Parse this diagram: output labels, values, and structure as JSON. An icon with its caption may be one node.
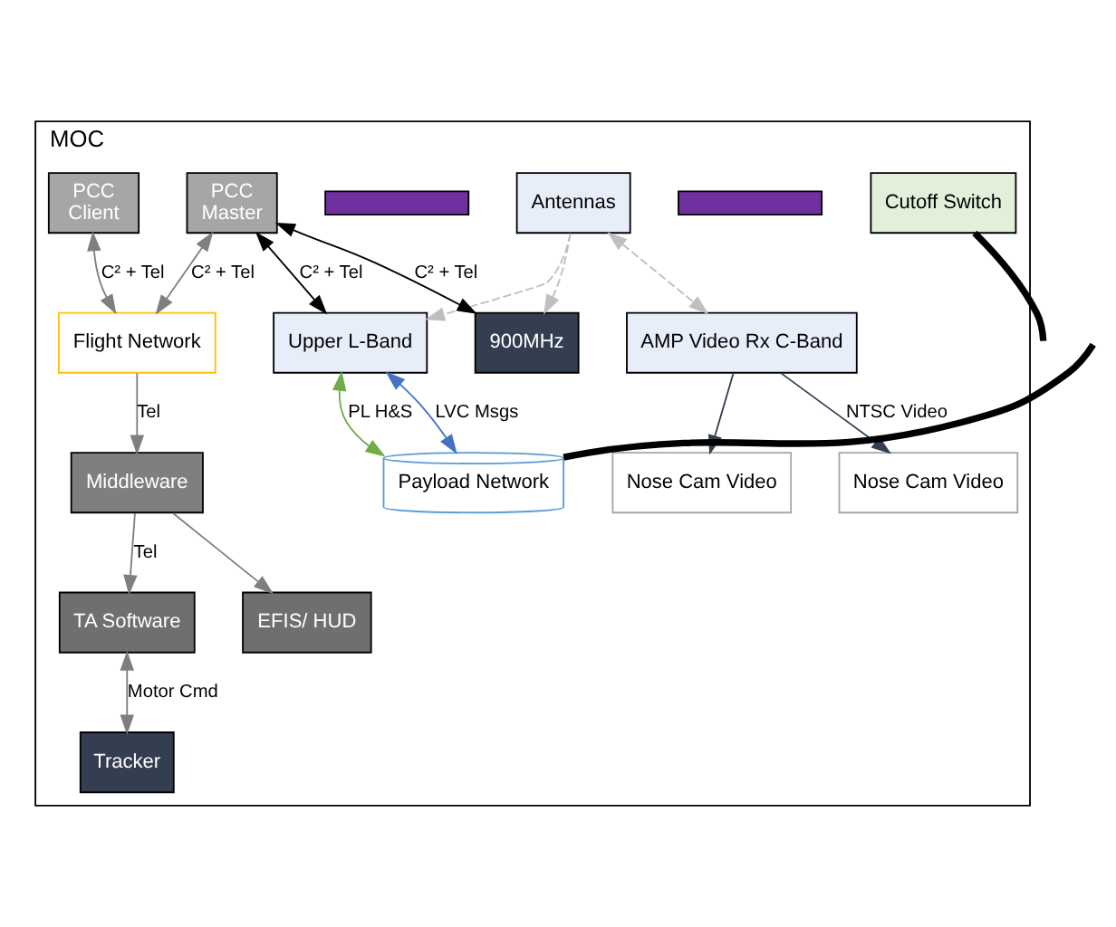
{
  "diagram": {
    "nodes": [
      {
        "text": [
          "MOC"
        ]
      },
      {
        "text": [
          "Antennas"
        ],
        "in": 0
      },
      {
        "text": [
          "Tracker"
        ],
        "in": 0
      },
      {
        "text": [
          "Nose Cam Video"
        ],
        "in": 0
      },
      {
        "text": [
          "Nose Cam Video"
        ],
        "in": 0
      },
      {
        "text": [
          "AMP Video Rx C-Band"
        ],
        "in": 0
      },
      {
        "text": [
          "TA Software"
        ],
        "in": 0
      },
      {
        "text": [
          "EFIS/ HUD"
        ],
        "in": 0
      },
      {
        "text": [],
        "shape": "box",
        "in": 0
      },
      {
        "text": [
          "PCC",
          "Client"
        ],
        "in": 0
      },
      {
        "text": [],
        "shape": "box",
        "in": 0
      },
      {
        "text": [
          "PCC",
          "Master"
        ],
        "in": 0
      },
      {
        "text": [
          "Upper L-Band"
        ],
        "in": 0
      },
      {
        "text": [
          "900MHz"
        ],
        "in": 0
      },
      {
        "text": [
          "Middleware"
        ],
        "in": 0
      },
      {
        "text": [
          "Cutoff Switch"
        ],
        "in": 0
      },
      {
        "text": [
          "Flight Network"
        ],
        "in": 0
      },
      {
        "text": [
          "Payload Network"
        ],
        "in": 0
      }
    ],
    "edges": [
      {
        "from": 6,
        "to": 2,
        "arrow": "both",
        "label": "Motor Cmd"
      },
      {
        "from": 5,
        "to": 3,
        "arrow": "to",
        "label": "NTSC Video",
        "color": "#333f50"
      },
      {
        "from": 5,
        "to": 4,
        "arrow": "to",
        "color": "#333f50"
      },
      {
        "from": 14,
        "to": 6,
        "arrow": "to",
        "label": "Tel"
      },
      {
        "from": 14,
        "to": 7,
        "arrow": "to"
      },
      {
        "from": 16,
        "to": 14,
        "arrow": "to",
        "label": "Tel"
      },
      {
        "from": 9,
        "to": 16,
        "arrow": "both",
        "label": "C² + Tel"
      },
      {
        "from": 11,
        "to": 16,
        "arrow": "both",
        "label": "C² + Tel"
      },
      {
        "from": 11,
        "to": 12,
        "arrow": "both",
        "label": "C² + Tel",
        "color": "#000000"
      },
      {
        "from": 11,
        "to": 13,
        "arrow": "both",
        "label": "C² + Tel",
        "color": "#000000"
      },
      {
        "from": 12,
        "to": 17,
        "arrow": "both",
        "label": "PL H&S",
        "color": "#70ad47"
      },
      {
        "from": 12,
        "to": 17,
        "arrow": "both",
        "label": "LVC Msgs",
        "color": "#4472c4"
      },
      {
        "from": 1,
        "to": 5,
        "arrow": "both",
        "style": "dashed",
        "color": "#bfbfbf"
      },
      {
        "from": 1,
        "to": 12,
        "arrow": "to",
        "style": "dashed",
        "color": "#bfbfbf"
      },
      {
        "from": 1,
        "to": 13,
        "arrow": "to",
        "style": "dashed",
        "color": "#bfbfbf"
      },
      {
        "from": 15,
        "to": null,
        "arrow": "none",
        "style": "thick",
        "color": "#000000"
      },
      {
        "from": null,
        "to": 17,
        "arrow": "none",
        "style": "thick",
        "color": "#000000"
      }
    ]
  }
}
